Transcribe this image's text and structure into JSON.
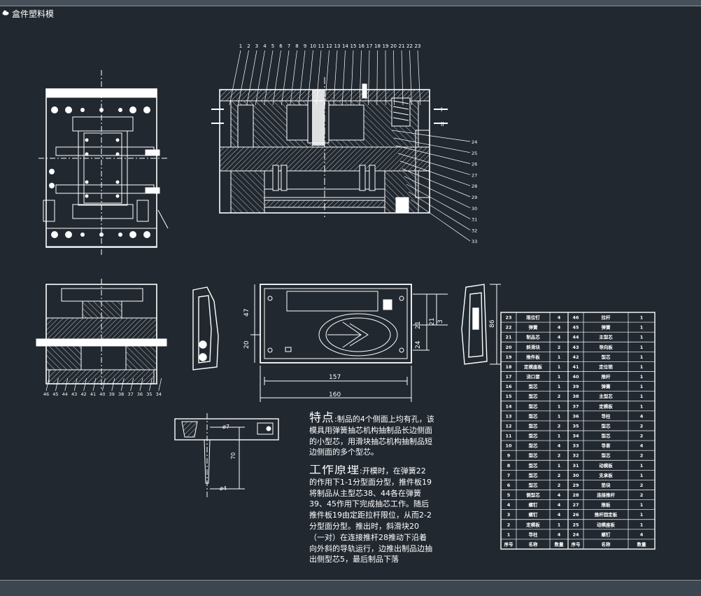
{
  "window": {
    "title": "盒件塑料模",
    "icon": "cloud-icon"
  },
  "colors": {
    "background": "#212830",
    "lines": "#ffffff",
    "hatch": "#d8d8d8"
  },
  "part_numbers_top": [
    "1",
    "2",
    "3",
    "4",
    "5",
    "6",
    "7",
    "8",
    "9",
    "10",
    "11",
    "12",
    "13",
    "14",
    "15",
    "16",
    "17",
    "18",
    "19",
    "20",
    "21",
    "22",
    "23"
  ],
  "part_numbers_right": [
    "24",
    "25",
    "26",
    "27",
    "28",
    "29",
    "30",
    "31",
    "32",
    "33"
  ],
  "part_numbers_bottom": [
    "46",
    "45",
    "44",
    "43",
    "42",
    "41",
    "40",
    "39",
    "38",
    "37",
    "36",
    "35",
    "34"
  ],
  "section_marks": [
    "I",
    "II"
  ],
  "dimensions": {
    "width_157": "157",
    "width_160": "160",
    "height_47": "47",
    "height_20": "20",
    "offset_21a": "21",
    "offset_21b": "21",
    "offset_3": "3",
    "offset_24": "24",
    "height_86": "86",
    "dia_7": "ø7",
    "length_70": "70",
    "dia_4": "ø4"
  },
  "description": {
    "feature_heading": "特点",
    "feature_text": ":制品的4个侧面上均有孔，该模具用弹簧抽芯机构抽制品长边侧面的小型芯，用滑块抽芯机构抽制品短边侧面的多个型芯。",
    "principle_heading": "工作原理",
    "principle_text": ":开模时，在弹簧22的作用下1-1分型面分型，推件板19将制品从主型芯38、44各在弹簧39、45作用下完成抽芯工作。随后推件板19由定距拉杆限位，从而2-2分型面分型。推出时，斜滑块20（一对）在连接推杆28推动下沿着向外斜的导轨运行，边推出制品边抽出侧型芯5，最后制品下落"
  },
  "bom_table": {
    "footer": [
      "序号",
      "名称",
      "数量",
      "序号",
      "名称",
      "数量"
    ],
    "rows": [
      [
        "23",
        "限位钉",
        "4",
        "46",
        "拉杆",
        "1"
      ],
      [
        "22",
        "弹簧",
        "4",
        "45",
        "弹簧",
        "1"
      ],
      [
        "21",
        "制品芯",
        "4",
        "44",
        "主型芯",
        "1"
      ],
      [
        "20",
        "斜滑块",
        "2",
        "43",
        "导向板",
        "1"
      ],
      [
        "19",
        "推件板",
        "1",
        "42",
        "型芯",
        "1"
      ],
      [
        "18",
        "定模座板",
        "1",
        "41",
        "定位销",
        "1"
      ],
      [
        "17",
        "浇口套",
        "1",
        "40",
        "推杆",
        "1"
      ],
      [
        "16",
        "型芯",
        "1",
        "39",
        "弹簧",
        "1"
      ],
      [
        "15",
        "型芯",
        "2",
        "38",
        "主型芯",
        "1"
      ],
      [
        "14",
        "型芯",
        "1",
        "37",
        "定模板",
        "1"
      ],
      [
        "13",
        "型芯",
        "1",
        "36",
        "导柱",
        "4"
      ],
      [
        "12",
        "型芯",
        "2",
        "35",
        "型芯",
        "2"
      ],
      [
        "11",
        "型芯",
        "1",
        "34",
        "型芯",
        "2"
      ],
      [
        "10",
        "型芯",
        "4",
        "33",
        "导套",
        "4"
      ],
      [
        "9",
        "型芯",
        "2",
        "32",
        "型芯",
        "2"
      ],
      [
        "8",
        "型芯",
        "1",
        "31",
        "动模板",
        "1"
      ],
      [
        "7",
        "型芯",
        "2",
        "30",
        "支承板",
        "1"
      ],
      [
        "6",
        "型芯",
        "2",
        "29",
        "垫块",
        "2"
      ],
      [
        "5",
        "侧型芯",
        "4",
        "28",
        "连接推杆",
        "2"
      ],
      [
        "4",
        "螺钉",
        "4",
        "27",
        "推板",
        "1"
      ],
      [
        "3",
        "螺钉",
        "4",
        "26",
        "推杆固定板",
        "1"
      ],
      [
        "2",
        "定模板",
        "1",
        "25",
        "动模座板",
        "1"
      ],
      [
        "1",
        "导柱",
        "4",
        "24",
        "螺钉",
        "4"
      ]
    ]
  }
}
